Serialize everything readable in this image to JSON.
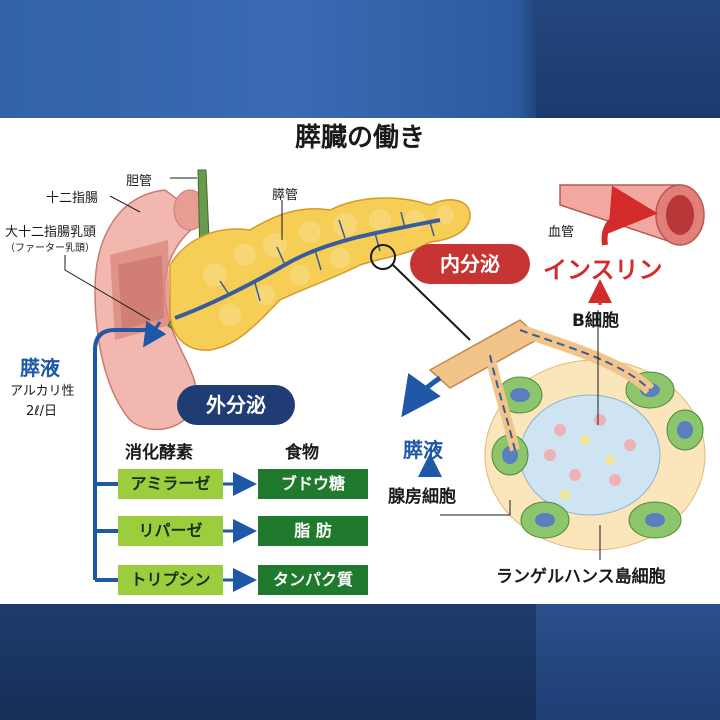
{
  "title": "膵臓の働き",
  "labels": {
    "bile_duct": "胆管",
    "duodenum": "十二指腸",
    "papilla": "大十二指腸乳頭",
    "papilla_alt": "（ファーター乳頭）",
    "pancreatic_duct": "膵管",
    "blood_vessel": "血管",
    "juice_left": "膵液",
    "alkaline": "アルカリ性",
    "volume": "2ℓ/日",
    "exocrine": "外分泌",
    "endocrine": "内分泌",
    "insulin": "インスリン",
    "b_cell": "B細胞",
    "juice_right": "膵液",
    "acinar_cell": "腺房細胞",
    "langerhans": "ランゲルハンス島細胞"
  },
  "table": {
    "header_enzyme": "消化酵素",
    "header_food": "食物",
    "rows": [
      {
        "enzyme": "アミラーゼ",
        "food": "ブドウ糖"
      },
      {
        "enzyme": "リパーゼ",
        "food": "脂 肪"
      },
      {
        "enzyme": "トリプシン",
        "food": "タンパク質"
      }
    ]
  },
  "colors": {
    "arrow_blue": "#1f58a6",
    "exocrine_pill": "#1f3c74",
    "endocrine_pill": "#c73434",
    "enzyme_box": "#9ccd3c",
    "food_box": "#1f7a2e"
  }
}
